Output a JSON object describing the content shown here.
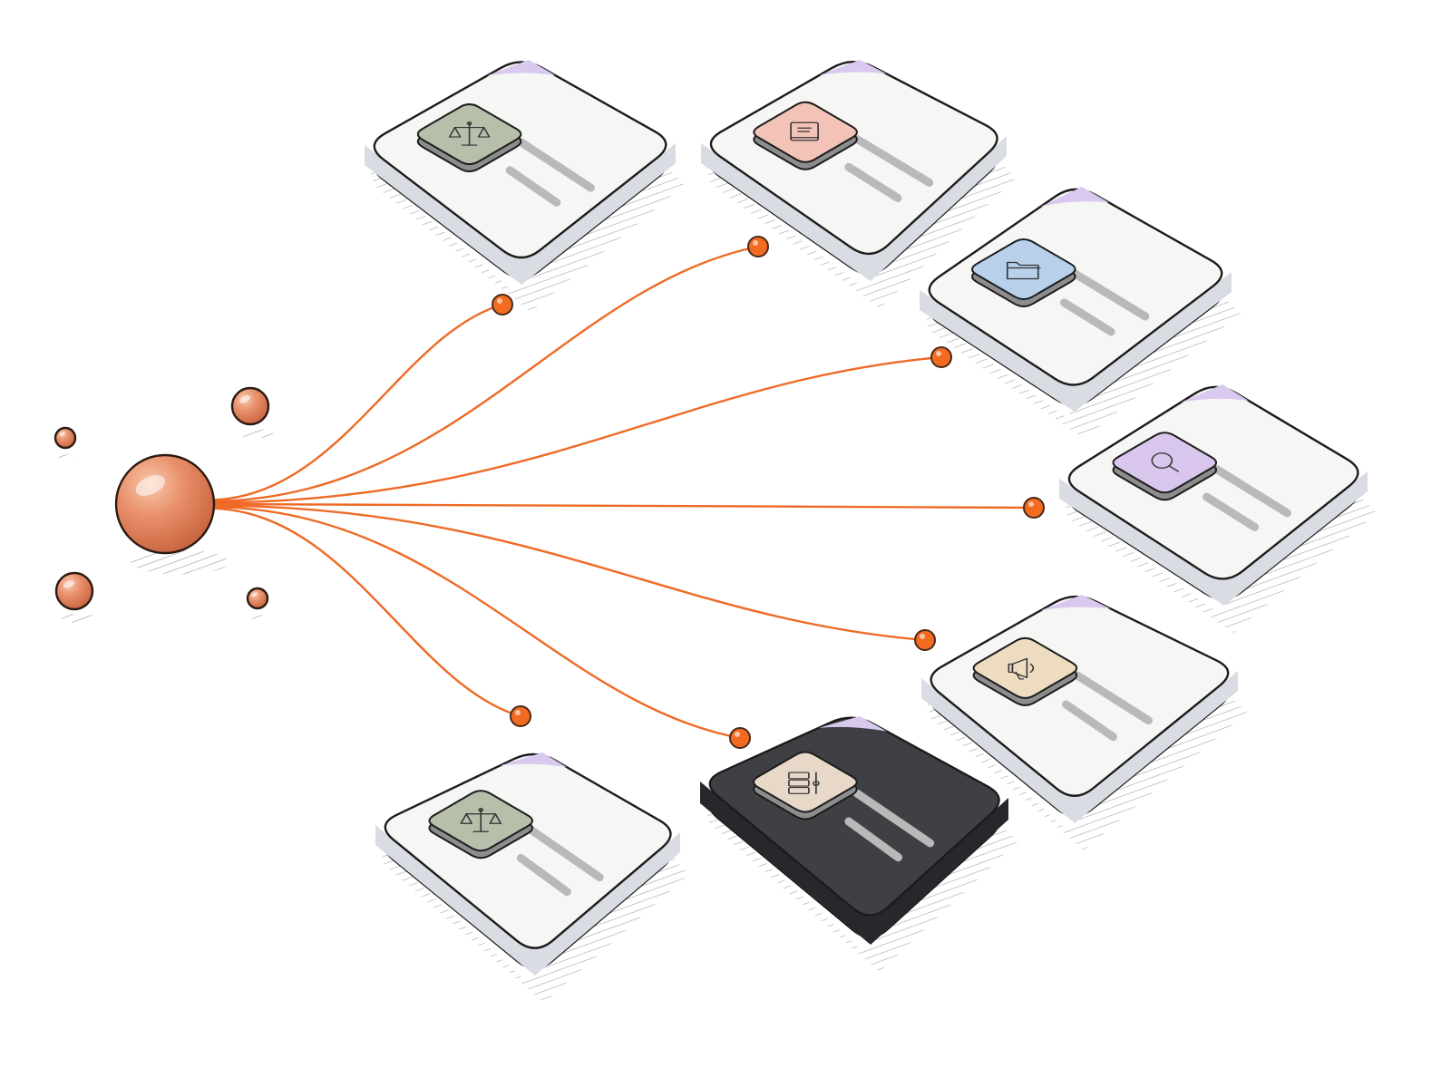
{
  "hub": {
    "color": "#e88f69",
    "satellites": 4
  },
  "connector": {
    "color": "#ee6a26",
    "endpoint_color": "#f26b21"
  },
  "cards": [
    {
      "id": "card-legal-top",
      "icon": "scales-icon",
      "tile_color": "#b6bfaa",
      "theme": "light"
    },
    {
      "id": "card-book",
      "icon": "book-icon",
      "tile_color": "#f2c3b6",
      "theme": "light"
    },
    {
      "id": "card-folder",
      "icon": "folder-icon",
      "tile_color": "#b8d0ea",
      "theme": "light"
    },
    {
      "id": "card-search",
      "icon": "magnifier-icon",
      "tile_color": "#d8c6ec",
      "theme": "light"
    },
    {
      "id": "card-megaphone",
      "icon": "megaphone-icon",
      "tile_color": "#eddcc0",
      "theme": "light"
    },
    {
      "id": "card-server",
      "icon": "server-icon",
      "tile_color": "#e7d8c8",
      "theme": "dark"
    },
    {
      "id": "card-legal-bottom",
      "icon": "scales-icon",
      "tile_color": "#b6bfaa",
      "theme": "light"
    }
  ],
  "colors": {
    "card_face": "#f6f6f4",
    "card_side": "#d9dce2",
    "card_dark_face": "#3f4044",
    "card_dark_side": "#27282b",
    "tab": "#d9c9ee",
    "text_line": "#b9b9b9",
    "outline": "#1c1c1c"
  }
}
